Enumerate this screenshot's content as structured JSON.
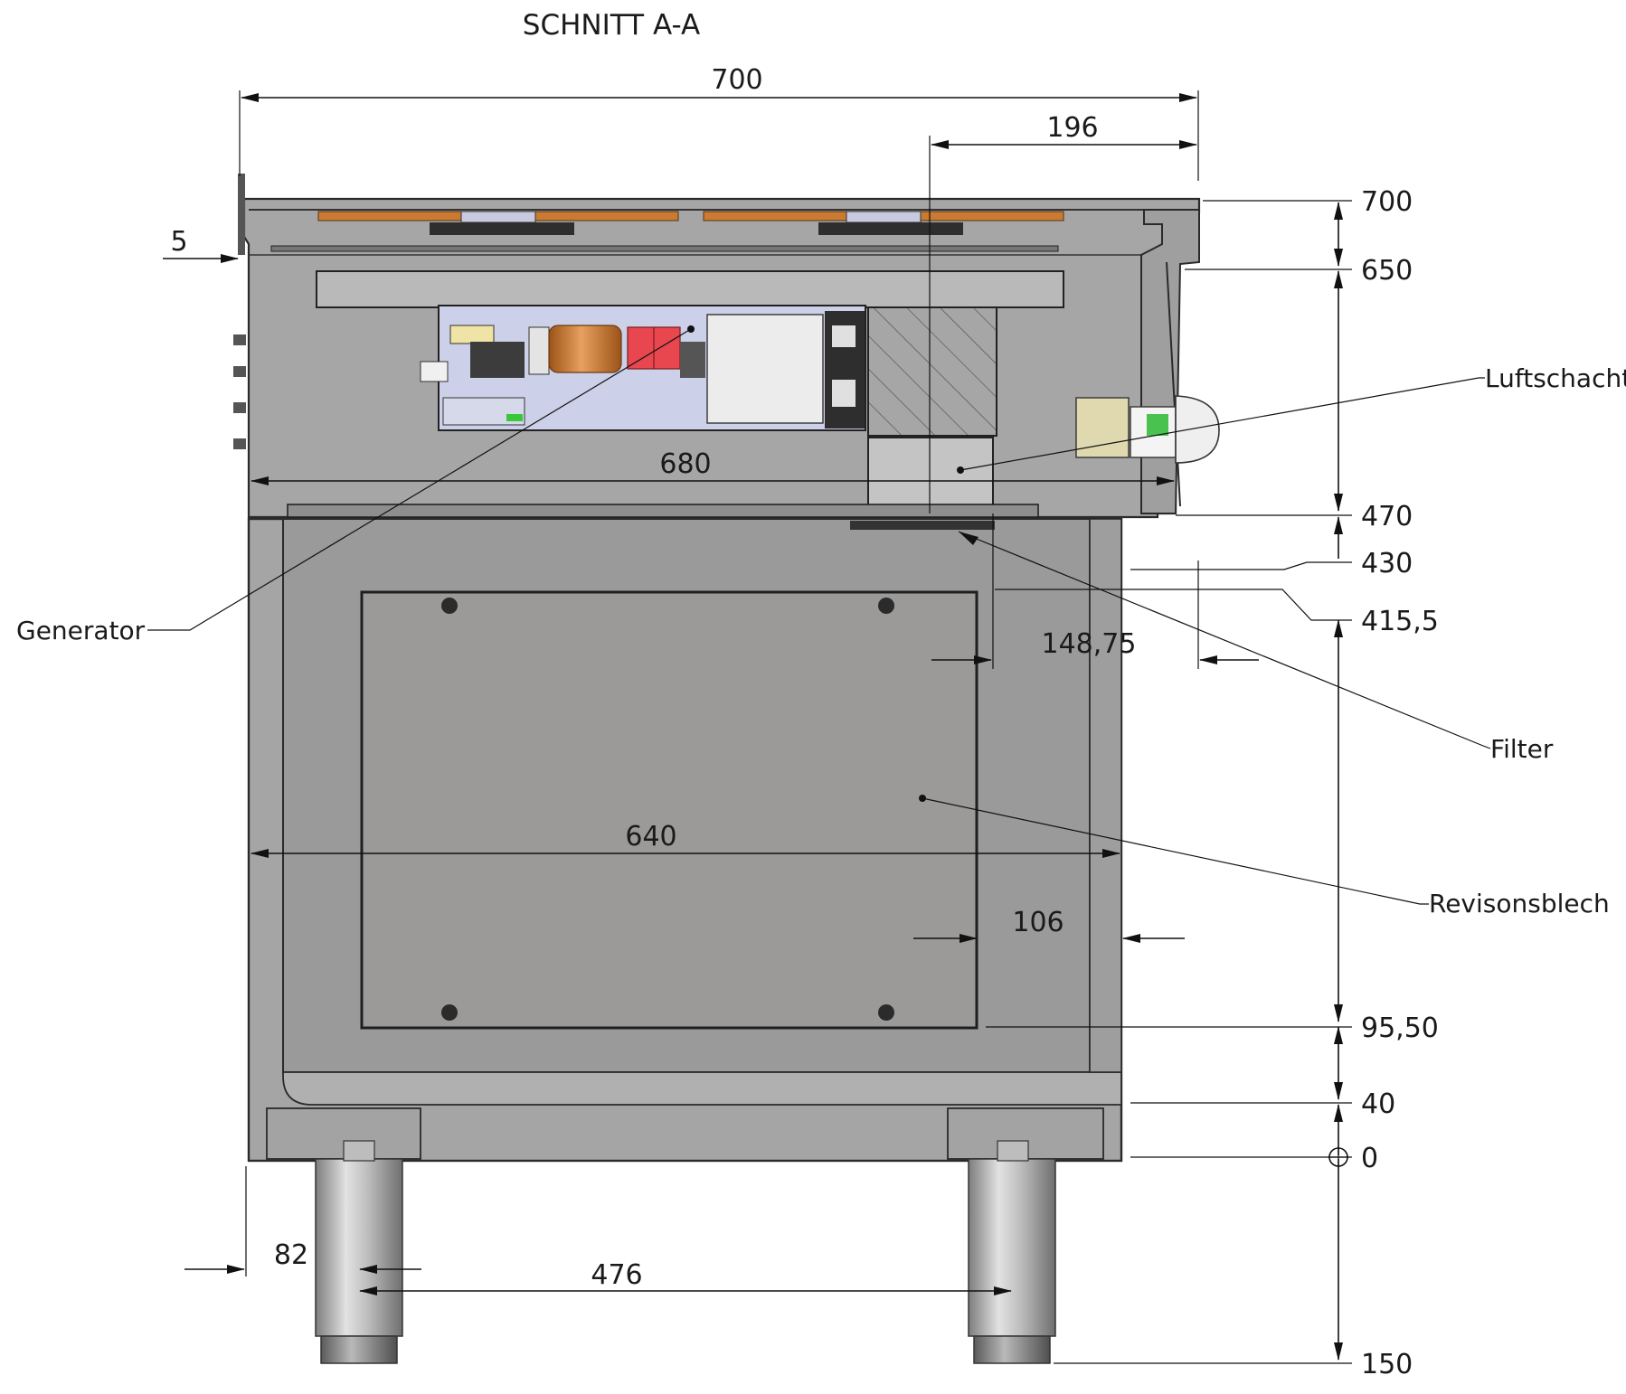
{
  "title": "SCHNITT A-A",
  "colors": {
    "housing": "#a7a7a7",
    "housing_dark": "#8f8f8f",
    "panel": "#9b9a98",
    "compartment": "#ccd0e8",
    "capacitor": "#c87a2e",
    "relay_red": "#e8474f",
    "leg": "#b5b5b5"
  },
  "dimensions": {
    "overall_width": "700",
    "air_duct_width": "196",
    "left_offset": "5",
    "inner_width_top": "680",
    "inner_width_cabinet": "640",
    "filter_offset": "148,75",
    "panel_offset": "106",
    "leg_offset": "82",
    "leg_spacing": "476"
  },
  "heights": [
    "700",
    "650",
    "470",
    "430",
    "415,5",
    "95,50",
    "40",
    "0",
    "150"
  ],
  "labels": {
    "generator": "Generator",
    "air_duct": "Luftschacht",
    "filter": "Filter",
    "inspection_panel": "Revisonsblech"
  }
}
